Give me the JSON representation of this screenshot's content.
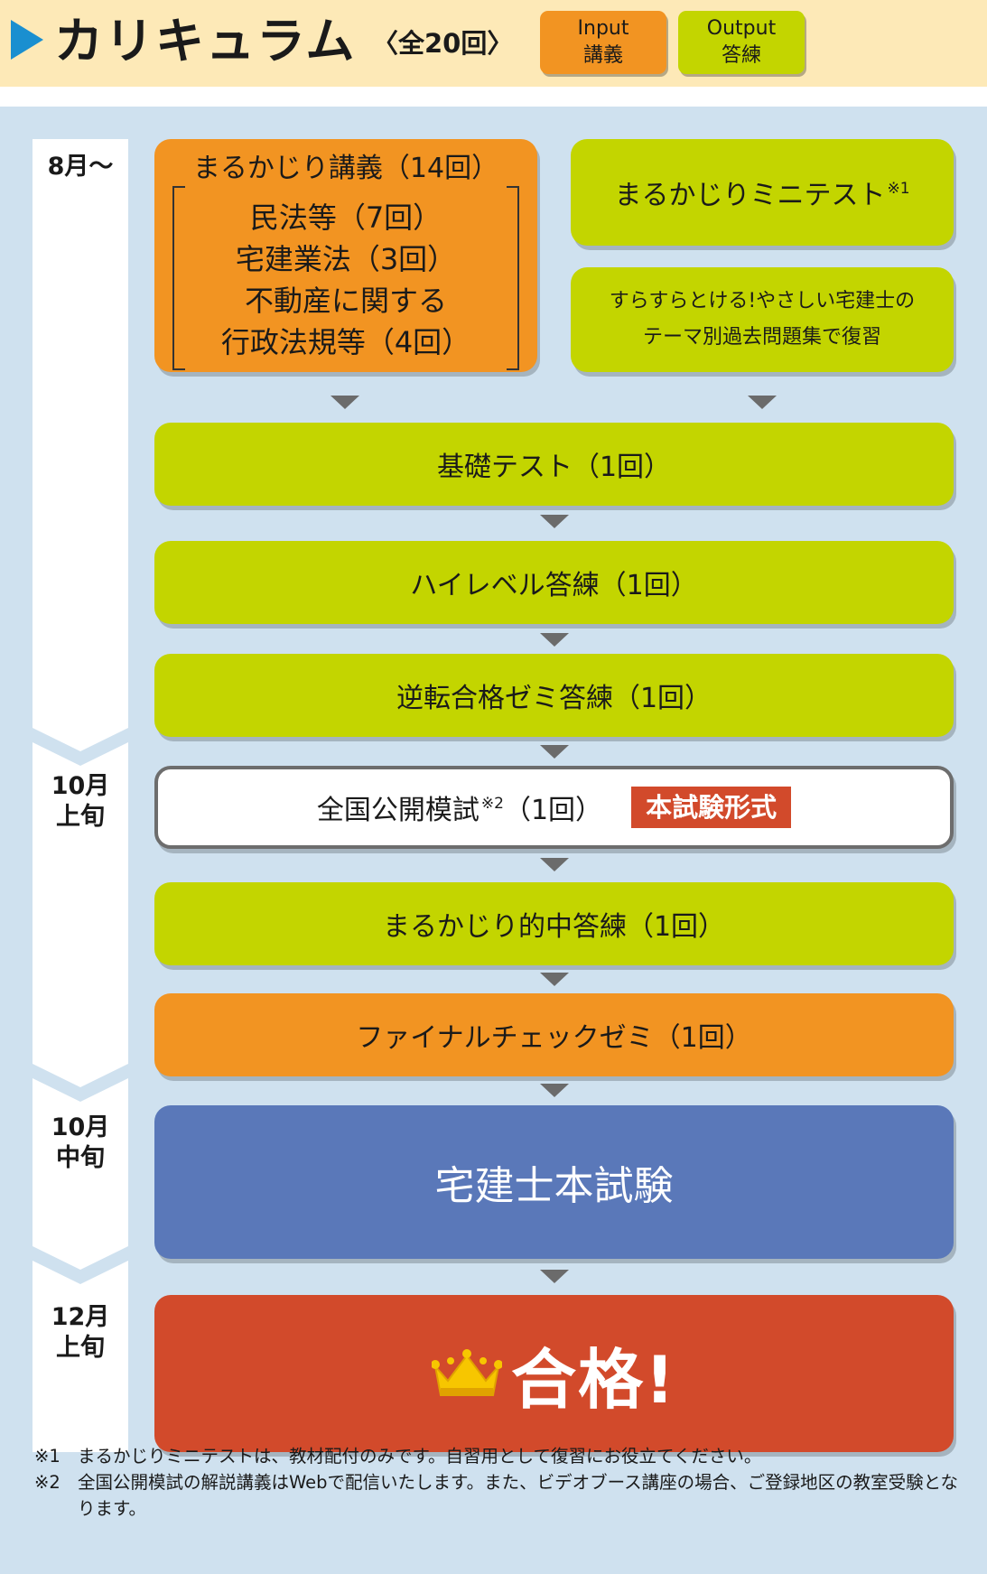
{
  "header": {
    "title": "カリキュラム",
    "subtitle": "〈全20回〉",
    "legend_input": [
      "Input",
      "講義"
    ],
    "legend_output": [
      "Output",
      "答練"
    ]
  },
  "timeline": {
    "aug": "8月〜",
    "oct_early": [
      "10月",
      "上旬"
    ],
    "oct_mid": [
      "10月",
      "中旬"
    ],
    "dec_early": [
      "12月",
      "上旬"
    ]
  },
  "boxes": {
    "lecture_title": "まるかじり講義（14回）",
    "lecture_items": [
      "民法等（7回）",
      "宅建業法（3回）",
      "不動産に関する",
      "行政法規等（4回）"
    ],
    "minitest": "まるかじりミニテスト",
    "minitest_note": "※1",
    "review": [
      "すらすらとける!やさしい宅建士の",
      "テーマ別過去問題集で復習"
    ],
    "basic_test": "基礎テスト（1回）",
    "high_level": "ハイレベル答練（1回）",
    "reversal": "逆転合格ゼミ答練（1回）",
    "mock_exam": "全国公開模試",
    "mock_note": "※2",
    "mock_count": "（1回）",
    "exam_format": "本試験形式",
    "marukajiri_hit": "まるかじり的中答練（1回）",
    "final_check": "ファイナルチェックゼミ（1回）",
    "main_exam": "宅建士本試験",
    "pass": "合格!"
  },
  "footnotes": [
    {
      "mark": "※1",
      "text": "まるかじりミニテストは、教材配付のみです。自習用として復習にお役立てください。"
    },
    {
      "mark": "※2",
      "text": "全国公開模試の解説講義はWebで配信いたします。また、ビデオブース講座の場合、ご登録地区の教室受験となります。"
    }
  ],
  "colors": {
    "input": "#f29422",
    "output": "#c3d500",
    "exam": "#5a78b9",
    "pass": "#d24a2b",
    "header_bg": "#fde9b7",
    "panel_bg": "#cfe1ef"
  }
}
